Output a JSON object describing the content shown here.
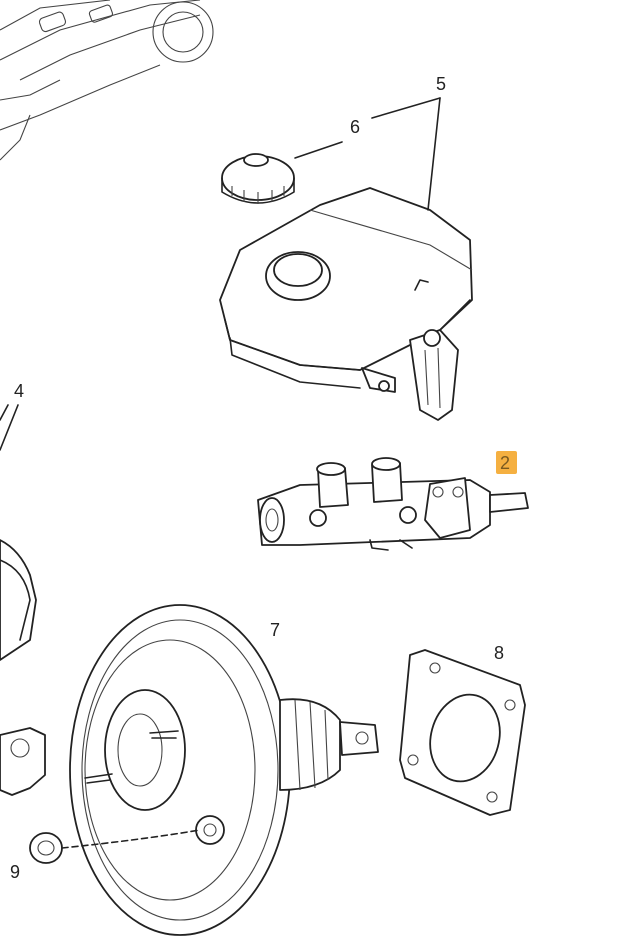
{
  "diagram": {
    "labels": {
      "p2": "2",
      "p4": "4",
      "p5": "5",
      "p6": "6",
      "p7": "7",
      "p8": "8",
      "p9": "9"
    },
    "highlighted_label": "2",
    "highlight_color": "#f5b041"
  }
}
